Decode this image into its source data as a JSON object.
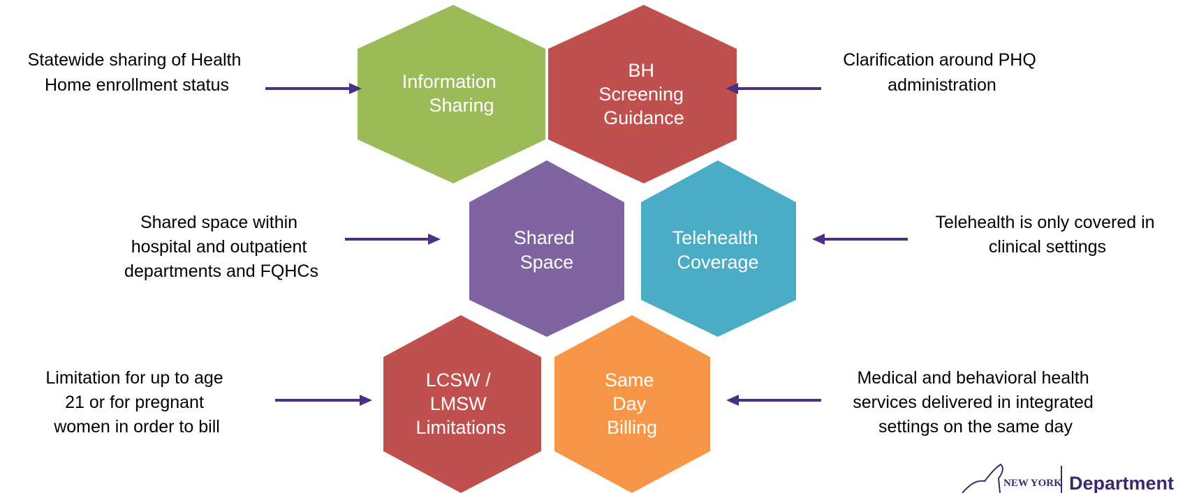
{
  "hexagons": [
    {
      "lines": [
        "Information",
        "Sharing"
      ],
      "color": "#9bbb59"
    },
    {
      "lines": [
        "BH",
        "Screening",
        "Guidance"
      ],
      "color": "#c0504d"
    },
    {
      "lines": [
        "Shared",
        "Space"
      ],
      "color": "#8064a2"
    },
    {
      "lines": [
        "Telehealth",
        "Coverage"
      ],
      "color": "#4bacc6"
    },
    {
      "lines": [
        "LCSW /",
        "LMSW",
        "Limitations"
      ],
      "color": "#c0504d"
    },
    {
      "lines": [
        "Same",
        "Day",
        "Billing"
      ],
      "color": "#f79646"
    }
  ],
  "notes": [
    {
      "lines": [
        "Statewide sharing of Health",
        "Home enrollment status"
      ]
    },
    {
      "lines": [
        "Clarification around PHQ",
        "administration"
      ]
    },
    {
      "lines": [
        "Shared space within",
        "hospital and outpatient",
        "departments and FQHCs"
      ]
    },
    {
      "lines": [
        "Telehealth is only covered in",
        "clinical settings"
      ]
    },
    {
      "lines": [
        "Limitation for up to age",
        "21 or for pregnant",
        "women in order to bill"
      ]
    },
    {
      "lines": [
        "Medical and behavioral health",
        "services delivered in integrated",
        "settings on the same day"
      ]
    }
  ],
  "logo": {
    "state": "NEW YORK",
    "department": "Department"
  },
  "colors": {
    "arrow": "#4b2f84",
    "logo": "#3b2a6b"
  }
}
